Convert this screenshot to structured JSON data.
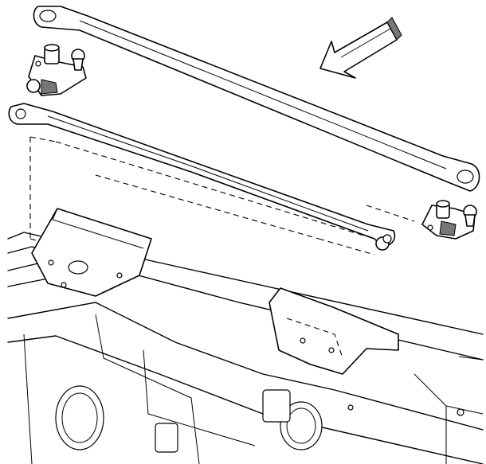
{
  "diagram": {
    "parts": [
      "upper-wiper-linkage-rod",
      "lower-wiper-linkage-rod",
      "left-pivot-bushing-bracket",
      "right-pivot-bushing-bracket",
      "cowl-panel",
      "direction-arrow"
    ],
    "colors": {
      "line": "#000000",
      "background": "#ffffff",
      "shade": "#777777"
    },
    "icon": "direction-arrow-icon"
  }
}
